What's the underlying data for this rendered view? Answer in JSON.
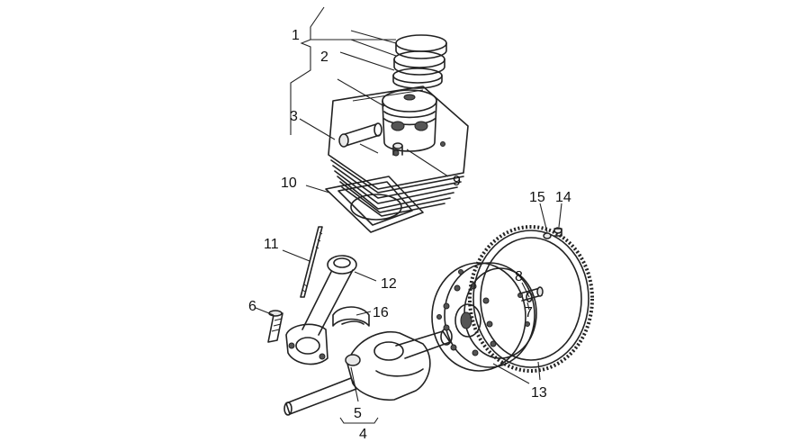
{
  "diagram": {
    "callouts": [
      {
        "id": "c1",
        "label": "1",
        "part": "piston-assembly"
      },
      {
        "id": "c2",
        "label": "2",
        "part": "piston-rings"
      },
      {
        "id": "c3",
        "label": "3",
        "part": "piston-pin"
      },
      {
        "id": "c4",
        "label": "4",
        "part": "crankshaft-assembly"
      },
      {
        "id": "c5",
        "label": "5",
        "part": "crank-bearing"
      },
      {
        "id": "c6",
        "label": "6",
        "part": "stud-bolt"
      },
      {
        "id": "c7",
        "label": "7",
        "part": "flywheel-bolt"
      },
      {
        "id": "c8",
        "label": "8",
        "part": "flywheel-washer"
      },
      {
        "id": "c9",
        "label": "9",
        "part": "cylinder-dowel"
      },
      {
        "id": "c10",
        "label": "10",
        "part": "cylinder-base-gasket"
      },
      {
        "id": "c11",
        "label": "11",
        "part": "cylinder-stud"
      },
      {
        "id": "c12",
        "label": "12",
        "part": "connecting-rod"
      },
      {
        "id": "c13",
        "label": "13",
        "part": "flywheel-ring-gear"
      },
      {
        "id": "c14",
        "label": "14",
        "part": "ring-gear-screw"
      },
      {
        "id": "c15",
        "label": "15",
        "part": "ring-gear-washer"
      },
      {
        "id": "c16",
        "label": "16",
        "part": "big-end-bearing"
      }
    ]
  }
}
